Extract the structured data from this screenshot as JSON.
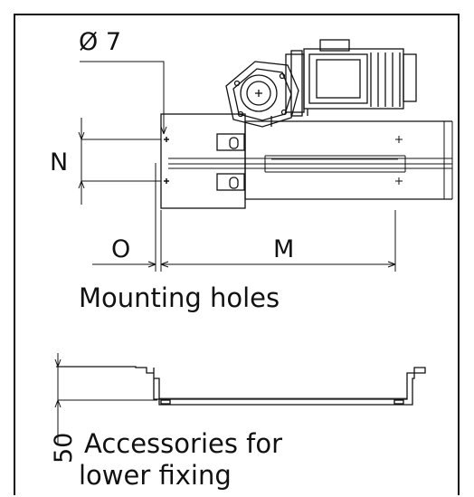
{
  "labels": {
    "hole_diameter": "Ø 7",
    "dim_n": "N",
    "dim_o": "O",
    "dim_m": "M",
    "dim_50": "50"
  },
  "captions": {
    "mounting": "Mounting holes",
    "accessories_line1": "Accessories for",
    "accessories_line2": "lower fixing"
  }
}
